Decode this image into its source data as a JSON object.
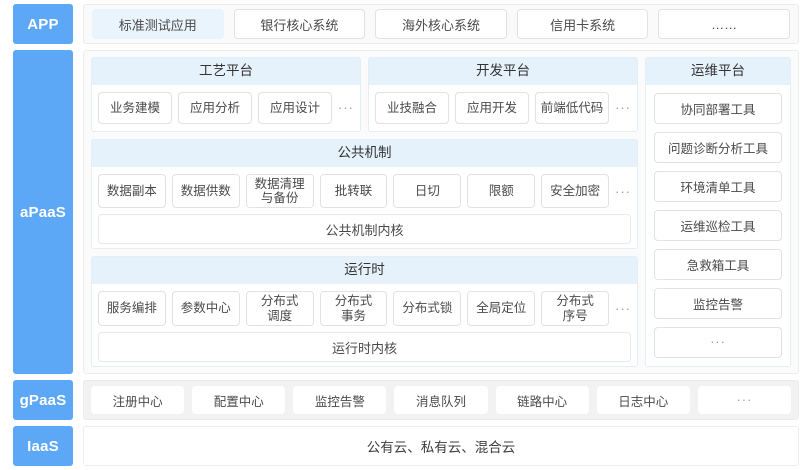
{
  "layers": {
    "app": {
      "tag": "APP",
      "items": [
        {
          "label": "标准测试应用",
          "active": true
        },
        {
          "label": "银行核心系统",
          "active": false
        },
        {
          "label": "海外核心系统",
          "active": false
        },
        {
          "label": "信用卡系统",
          "active": false
        },
        {
          "label": "……",
          "active": false
        }
      ]
    },
    "apaas": {
      "tag": "aPaaS",
      "craft_platform": {
        "title": "工艺平台",
        "chips": [
          "业务建模",
          "应用分析",
          "应用设计"
        ],
        "more": "···"
      },
      "dev_platform": {
        "title": "开发平台",
        "chips": [
          "业技融合",
          "应用开发",
          "前端低代码"
        ],
        "more": "···"
      },
      "common_mechanism": {
        "title": "公共机制",
        "chips": [
          "数据副本",
          "数据供数",
          "数据清理\n与备份",
          "批转联",
          "日切",
          "限额",
          "安全加密"
        ],
        "more": "···",
        "kernel": "公共机制内核"
      },
      "runtime": {
        "title": "运行时",
        "chips": [
          "服务编排",
          "参数中心",
          "分布式\n调度",
          "分布式\n事务",
          "分布式锁",
          "全局定位",
          "分布式\n序号"
        ],
        "more": "···",
        "kernel": "运行时内核"
      },
      "ops_platform": {
        "title": "运维平台",
        "chips": [
          "协同部署工具",
          "问题诊断分析工具",
          "环境清单工具",
          "运维巡检工具",
          "急救箱工具",
          "监控告警"
        ],
        "more": "···"
      }
    },
    "gpaas": {
      "tag": "gPaaS",
      "items": [
        "注册中心",
        "配置中心",
        "监控告警",
        "消息队列",
        "链路中心",
        "日志中心"
      ],
      "more": "···"
    },
    "iaas": {
      "tag": "IaaS",
      "text": "公有云、私有云、混合云"
    }
  },
  "colors": {
    "tag_blue": "#5ca8f7",
    "panel_head": "#e5f1fb",
    "app_active": "#e9f4fd",
    "gpaas_band": "#f2f2f2"
  }
}
